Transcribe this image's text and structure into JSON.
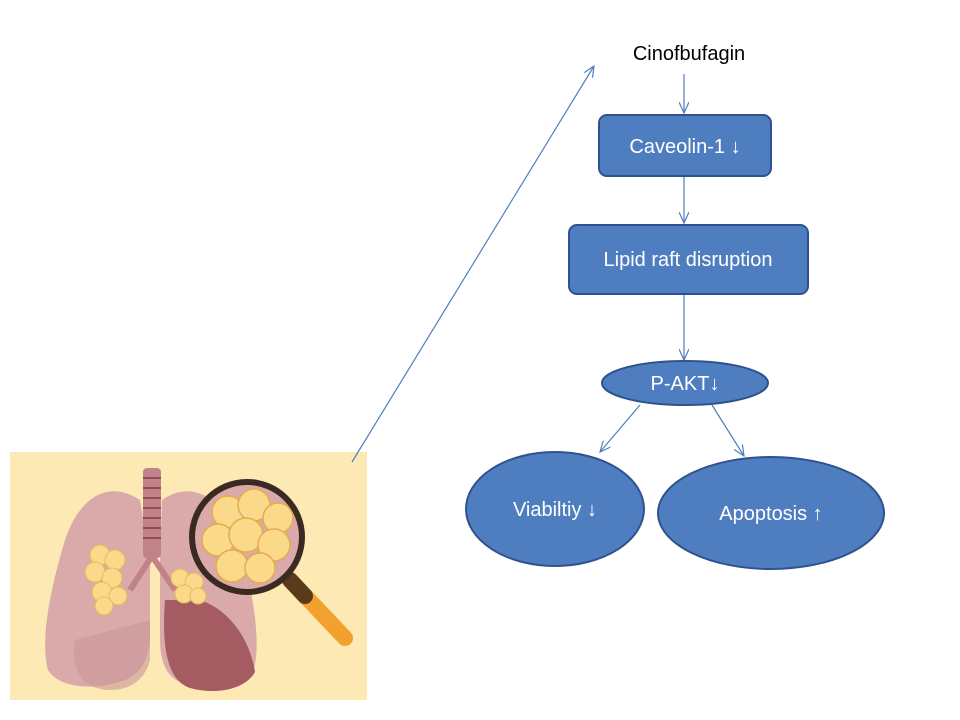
{
  "diagram": {
    "nodes": [
      {
        "id": "cinofbufagin",
        "label": "Cinofbufagin",
        "shape": "text"
      },
      {
        "id": "caveolin",
        "label": "Caveolin-1 ↓",
        "shape": "rounded-rect"
      },
      {
        "id": "lipid",
        "label": "Lipid raft disruption",
        "shape": "rounded-rect"
      },
      {
        "id": "pakt",
        "label": "P-AKT↓",
        "shape": "ellipse"
      },
      {
        "id": "viability",
        "label": "Viabiltiy ↓",
        "shape": "ellipse"
      },
      {
        "id": "apoptosis",
        "label": "Apoptosis ↑",
        "shape": "ellipse"
      }
    ],
    "edges": [
      {
        "from": "lung-illustration",
        "to": "cinofbufagin"
      },
      {
        "from": "cinofbufagin",
        "to": "caveolin"
      },
      {
        "from": "caveolin",
        "to": "lipid"
      },
      {
        "from": "lipid",
        "to": "pakt"
      },
      {
        "from": "pakt",
        "to": "viability"
      },
      {
        "from": "pakt",
        "to": "apoptosis"
      }
    ],
    "illustration": {
      "name": "lung-with-magnifier",
      "colors": {
        "background": "#fde9b3",
        "lung": "#d9aaa9",
        "lung_dark": "#a45b62",
        "tumor": "#fbd98a",
        "magnifier_handle": "#f2a12e"
      }
    },
    "colors": {
      "node_fill": "#4f7ec0",
      "node_stroke": "#2f528f",
      "edge": "#4f7ec0"
    }
  }
}
